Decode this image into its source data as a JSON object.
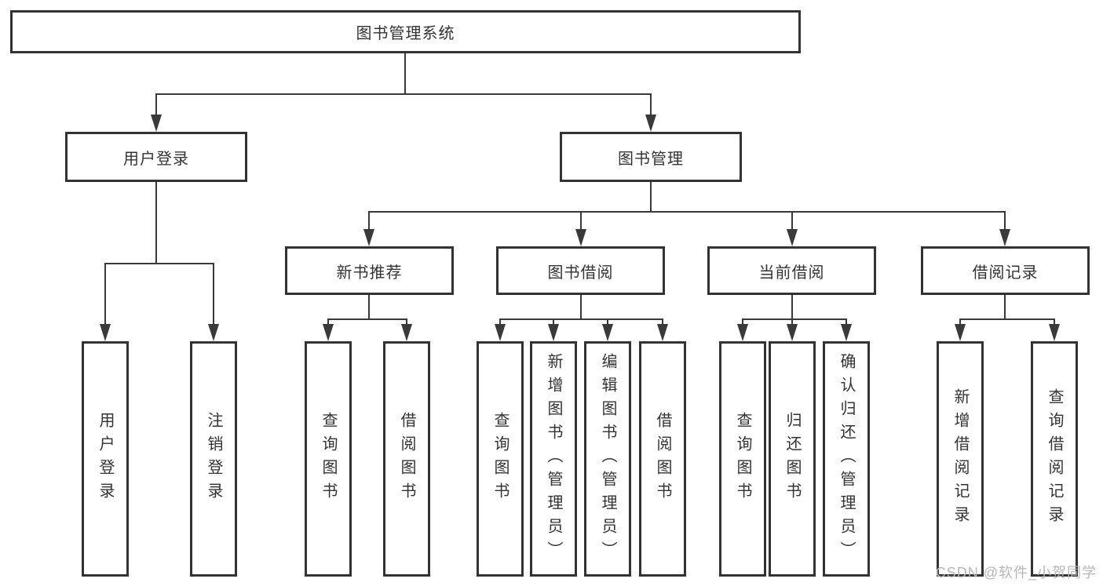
{
  "diagram": {
    "root": {
      "label": "图书管理系统"
    },
    "level2": [
      {
        "id": "user-login",
        "label": "用户登录"
      },
      {
        "id": "book-management",
        "label": "图书管理"
      }
    ],
    "level3": [
      {
        "id": "new-book-recommend",
        "label": "新书推荐"
      },
      {
        "id": "book-borrow",
        "label": "图书借阅"
      },
      {
        "id": "current-borrow",
        "label": "当前借阅"
      },
      {
        "id": "borrow-records",
        "label": "借阅记录"
      }
    ],
    "leaves": [
      {
        "label": "用户登录"
      },
      {
        "label": "注销登录"
      },
      {
        "label": "查询图书"
      },
      {
        "label": "借阅图书"
      },
      {
        "label": "查询图书"
      },
      {
        "label": "新增图书（管理员）"
      },
      {
        "label": "编辑图书（管理员）"
      },
      {
        "label": "借阅图书"
      },
      {
        "label": "查询图书"
      },
      {
        "label": "归还图书"
      },
      {
        "label": "确认归还（管理员）"
      },
      {
        "label": "新增借阅记录"
      },
      {
        "label": "查询借阅记录"
      }
    ]
  },
  "watermark": {
    "text": "CSDN @软件_小贺同学"
  },
  "colors": {
    "line": "#3a3a3a",
    "border": "#333333",
    "text": "#333333",
    "watermark": "#b7b7b7",
    "background": "#ffffff"
  }
}
